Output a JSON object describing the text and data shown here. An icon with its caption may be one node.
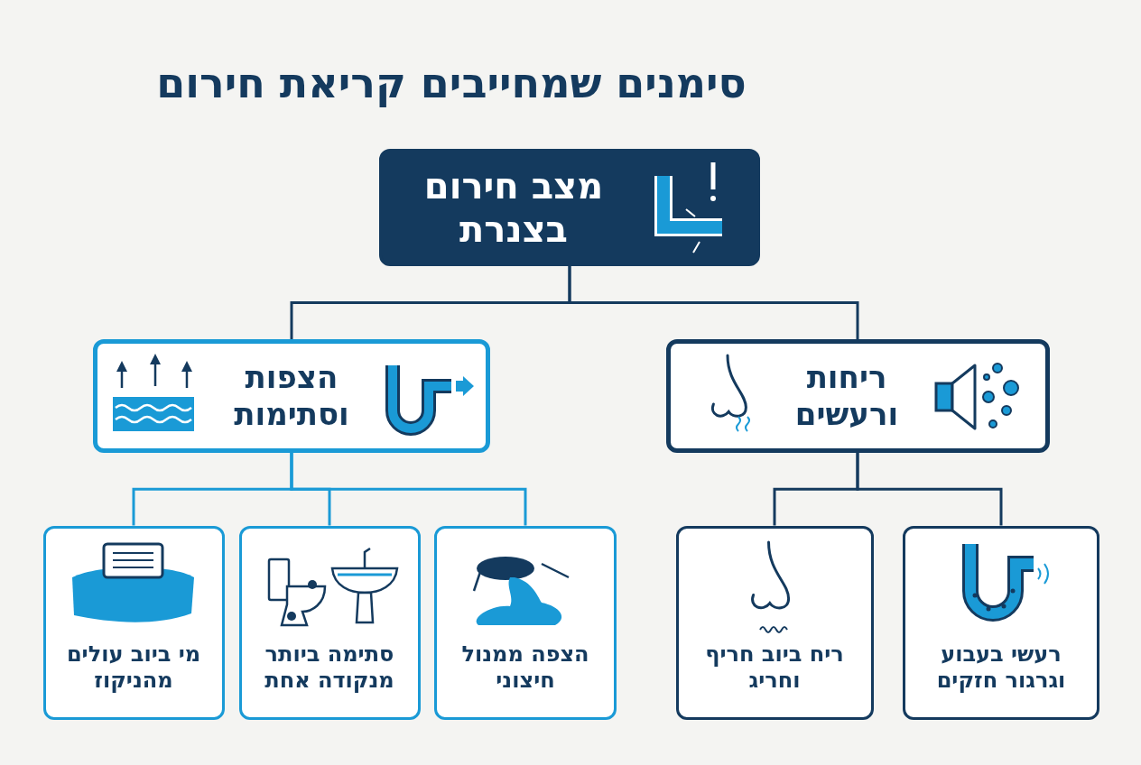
{
  "diagram": {
    "title": "סימנים שמחייבים קריאת חירום",
    "nodes": [
      {
        "text": [
          "מצב חירום בצנרת"
        ]
      },
      {
        "text": [
          "הצפות וסתימות"
        ]
      },
      {
        "text": [
          "ריחות ורעשים"
        ]
      },
      {
        "text": [
          "מי ביוב עולים מהניקוז"
        ]
      },
      {
        "text": [
          "סתימה ביותר מנקודה אחת"
        ]
      },
      {
        "text": [
          "הצפה ממנול חיצוני"
        ]
      },
      {
        "text": [
          "ריח ביוב חריף וחריג"
        ]
      },
      {
        "text": [
          "רעשי בעבוע וגרגור חזקים"
        ]
      }
    ],
    "edges": [
      {
        "from": 0,
        "to": 1,
        "arrow": "none"
      },
      {
        "from": 0,
        "to": 2,
        "arrow": "none"
      },
      {
        "from": 1,
        "to": 3,
        "arrow": "none",
        "color": "#1a9ad6"
      },
      {
        "from": 1,
        "to": 4,
        "arrow": "none",
        "color": "#1a9ad6"
      },
      {
        "from": 1,
        "to": 5,
        "arrow": "none",
        "color": "#1a9ad6"
      },
      {
        "from": 2,
        "to": 6,
        "arrow": "none"
      },
      {
        "from": 2,
        "to": 7,
        "arrow": "none"
      }
    ]
  }
}
